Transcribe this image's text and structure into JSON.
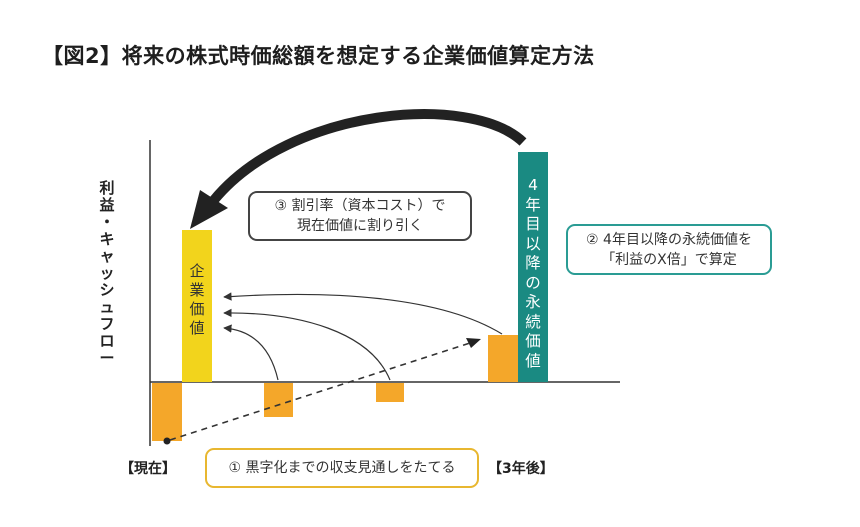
{
  "title": "【図2】将来の株式時価総額を想定する企業価値算定方法",
  "y_axis_label": "利益・キャッシュフロー",
  "labels": {
    "enterprise_value": "企業価値",
    "perpetual_value": "4年目以降の永続価値"
  },
  "callouts": {
    "discount_line1": "③ 割引率（資本コスト）で",
    "discount_line2": "現在価値に割り引く",
    "perpetual_line1": "② 4年目以降の永続価値を",
    "perpetual_line2": "「利益のX倍」で算定",
    "forecast": "① 黒字化までの収支見通しをたてる"
  },
  "axis_tags": {
    "now": "【現在】",
    "year3": "【3年後】"
  },
  "colors": {
    "orange": "#F4A72A",
    "yellow": "#F2D41C",
    "teal": "#1A8A82",
    "dark": "#222222",
    "callout_gray_border": "#444444",
    "callout_teal_border": "#2A9C94",
    "callout_yellow_border": "#E8B730"
  }
}
